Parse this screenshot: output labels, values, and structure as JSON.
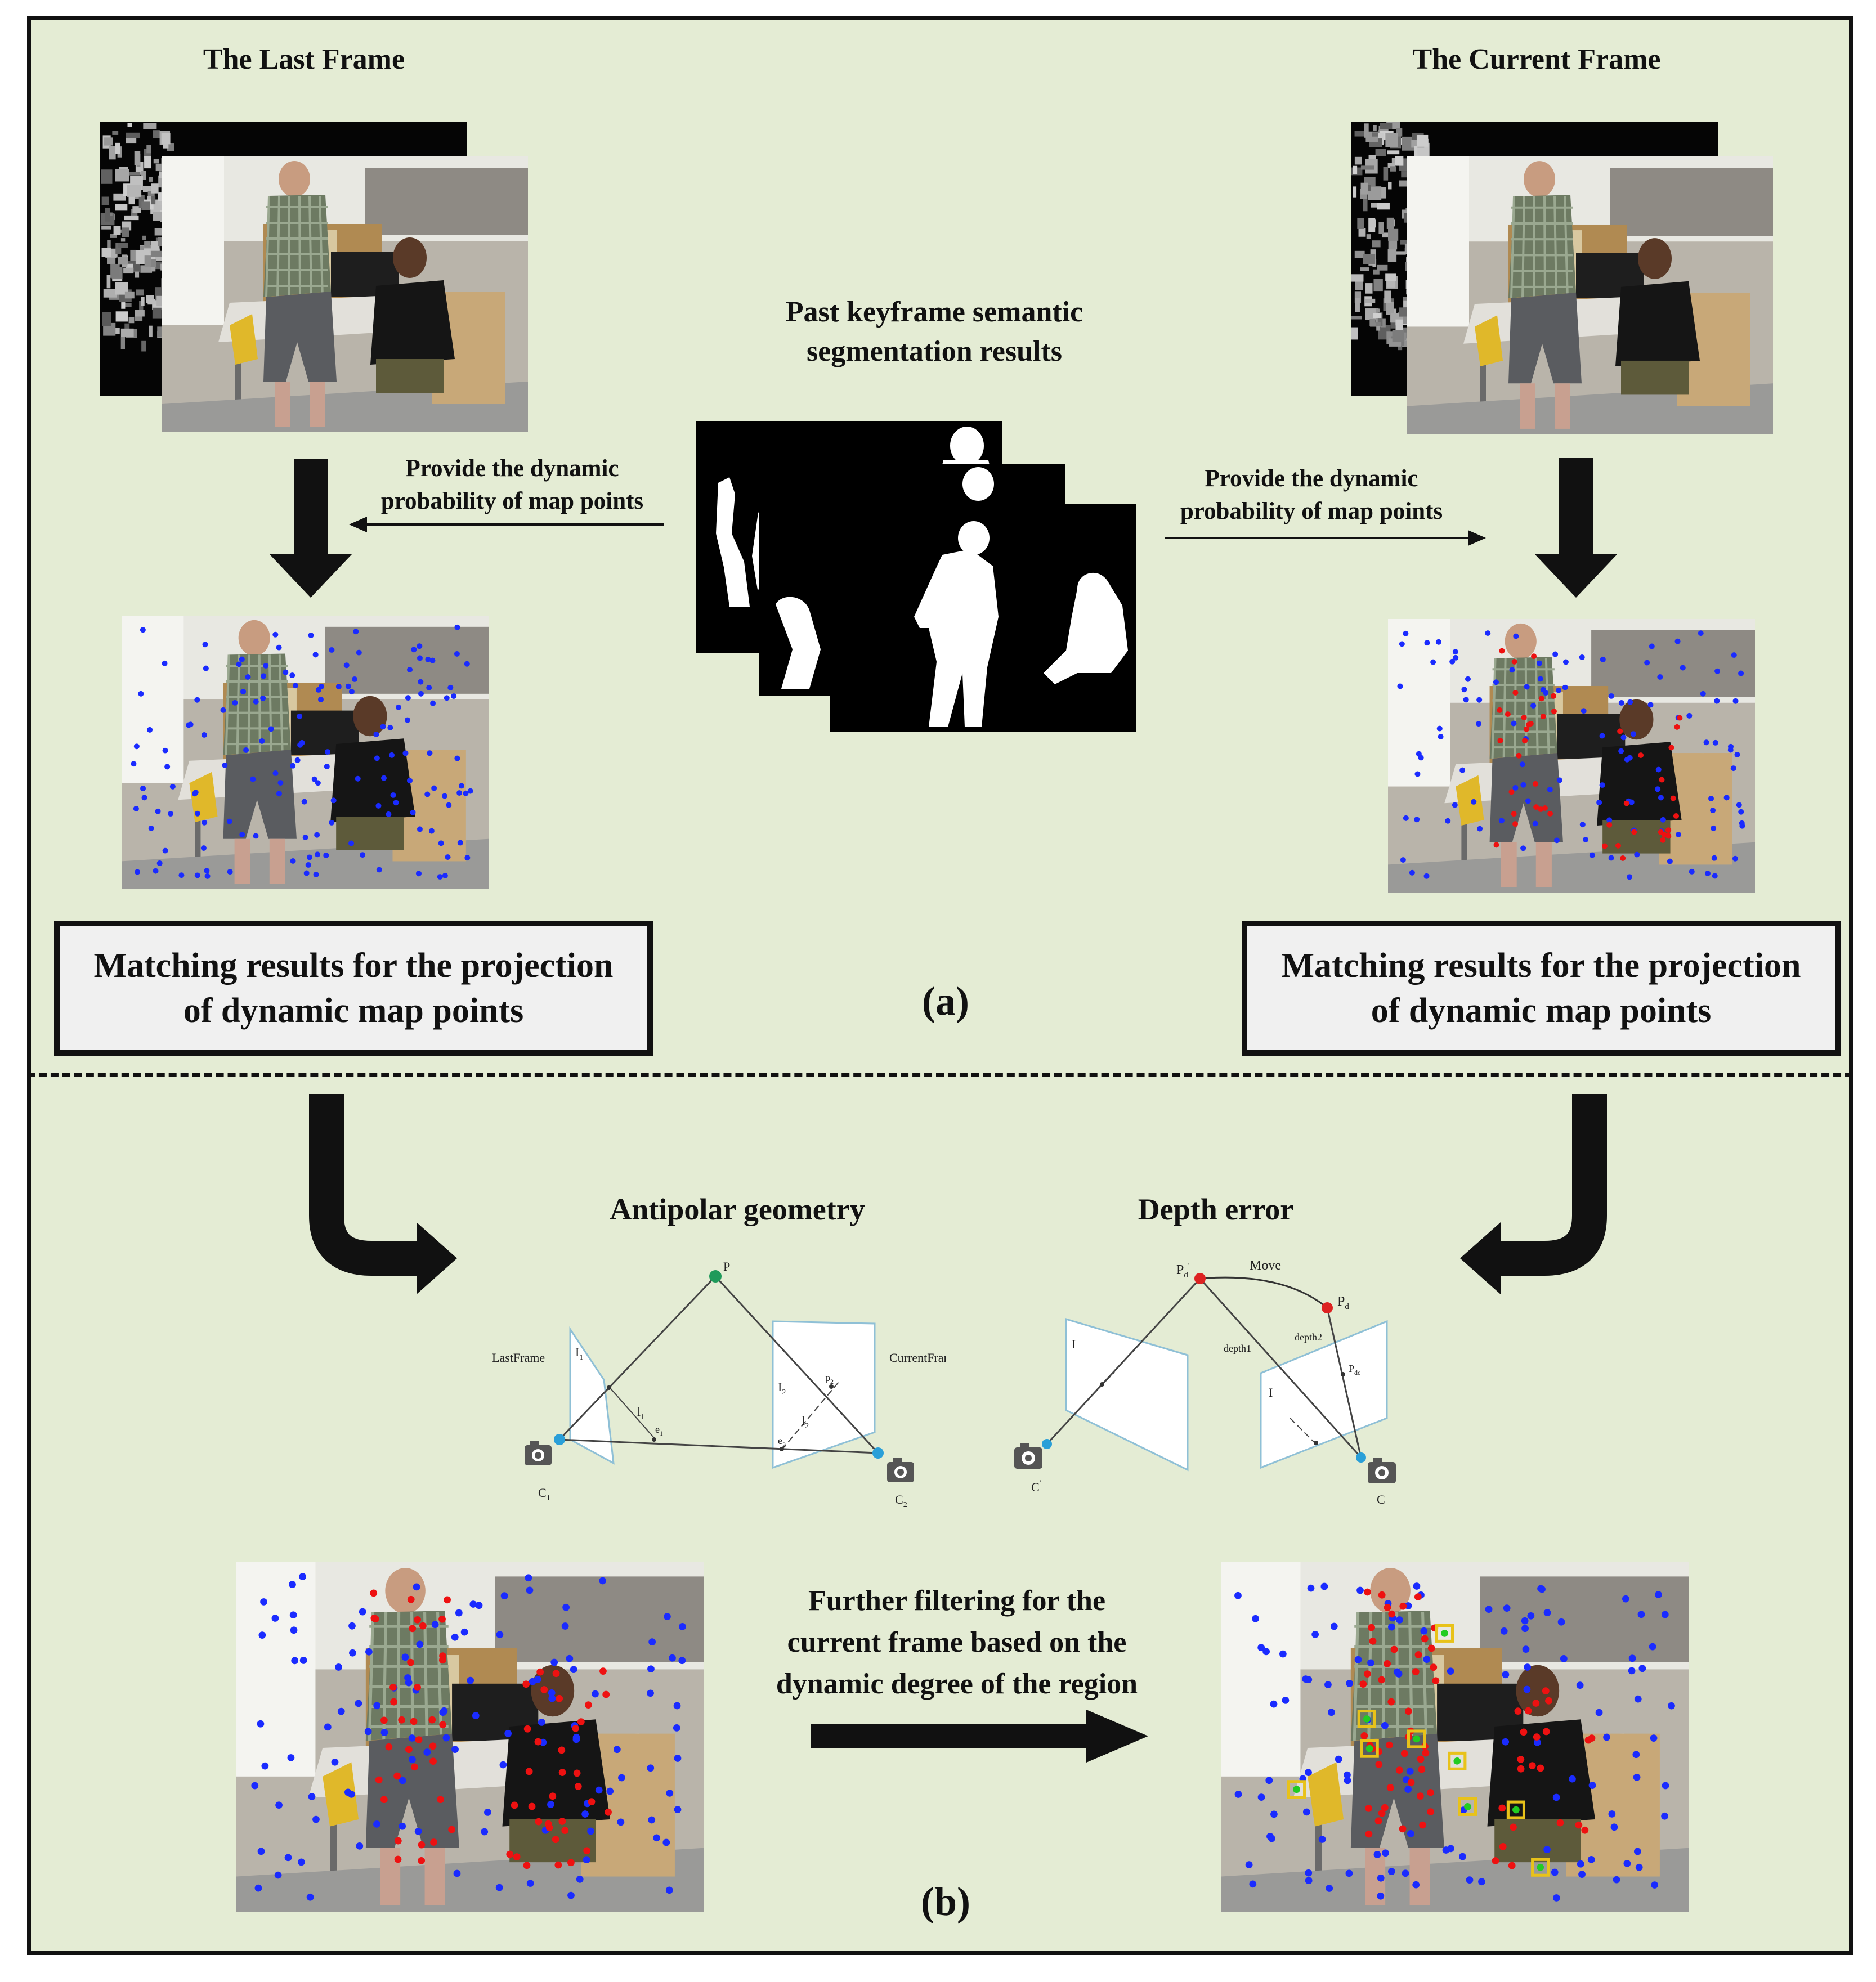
{
  "section_a": {
    "last_frame_title": "The Last Frame",
    "current_frame_title": "The Current Frame",
    "segmentation_title_line1": "Past keyframe semantic",
    "segmentation_title_line2": "segmentation results",
    "left_arrow_note_line1": "Provide the dynamic",
    "left_arrow_note_line2": "probability of map points",
    "right_arrow_note_line1": "Provide the dynamic",
    "right_arrow_note_line2": "probability of map points",
    "left_box_line1": "Matching results for the projection",
    "left_box_line2": "of dynamic map points",
    "right_box_line1": "Matching results for the projection",
    "right_box_line2": "of dynamic map points",
    "label": "(a)"
  },
  "section_b": {
    "epipolar_title": "Antipolar geometry",
    "depth_title": "Depth error",
    "filter_note_line1": "Further filtering for the",
    "filter_note_line2": "current frame based on the",
    "filter_note_line3": "dynamic degree of the region",
    "label": "(b)"
  },
  "epipolar_diagram": {
    "point": "P",
    "last_frame": "LastFrame",
    "current_frame": "CurrentFrame",
    "plane1": "I",
    "plane1_sub": "1",
    "plane2": "I",
    "plane2_sub": "2",
    "line1": "l",
    "line1_sub": "1",
    "line2": "l",
    "line2_sub": "2",
    "epipole1": "e",
    "epipole1_sub": "1",
    "epipole2": "e",
    "epipole2_sub": "2",
    "projection": "p",
    "projection_sub": "2",
    "camera1": "C",
    "camera1_sub": "1",
    "camera2": "C",
    "camera2_sub": "2"
  },
  "depth_diagram": {
    "point_prev": "P",
    "point_prev_sub": "d",
    "point_prev_prime": "'",
    "move": "Move",
    "point_cur": "P",
    "point_cur_sub": "d",
    "depth1": "depth1",
    "depth2": "depth2",
    "projection": "P",
    "projection_sub": "dc",
    "plane_prev": "I",
    "plane_cur": "I",
    "camera_prev": "C",
    "camera_prev_prime": "'",
    "camera_cur": "C"
  },
  "colors": {
    "background": "#e4ecd4",
    "static_point": "#1a2bff",
    "dynamic_point": "#ee1111",
    "filtered_point": "#22cc22",
    "highlight_box": "#e8c21a",
    "camera_center": "#2a9fd8",
    "world_point": "#1f9a5a"
  }
}
